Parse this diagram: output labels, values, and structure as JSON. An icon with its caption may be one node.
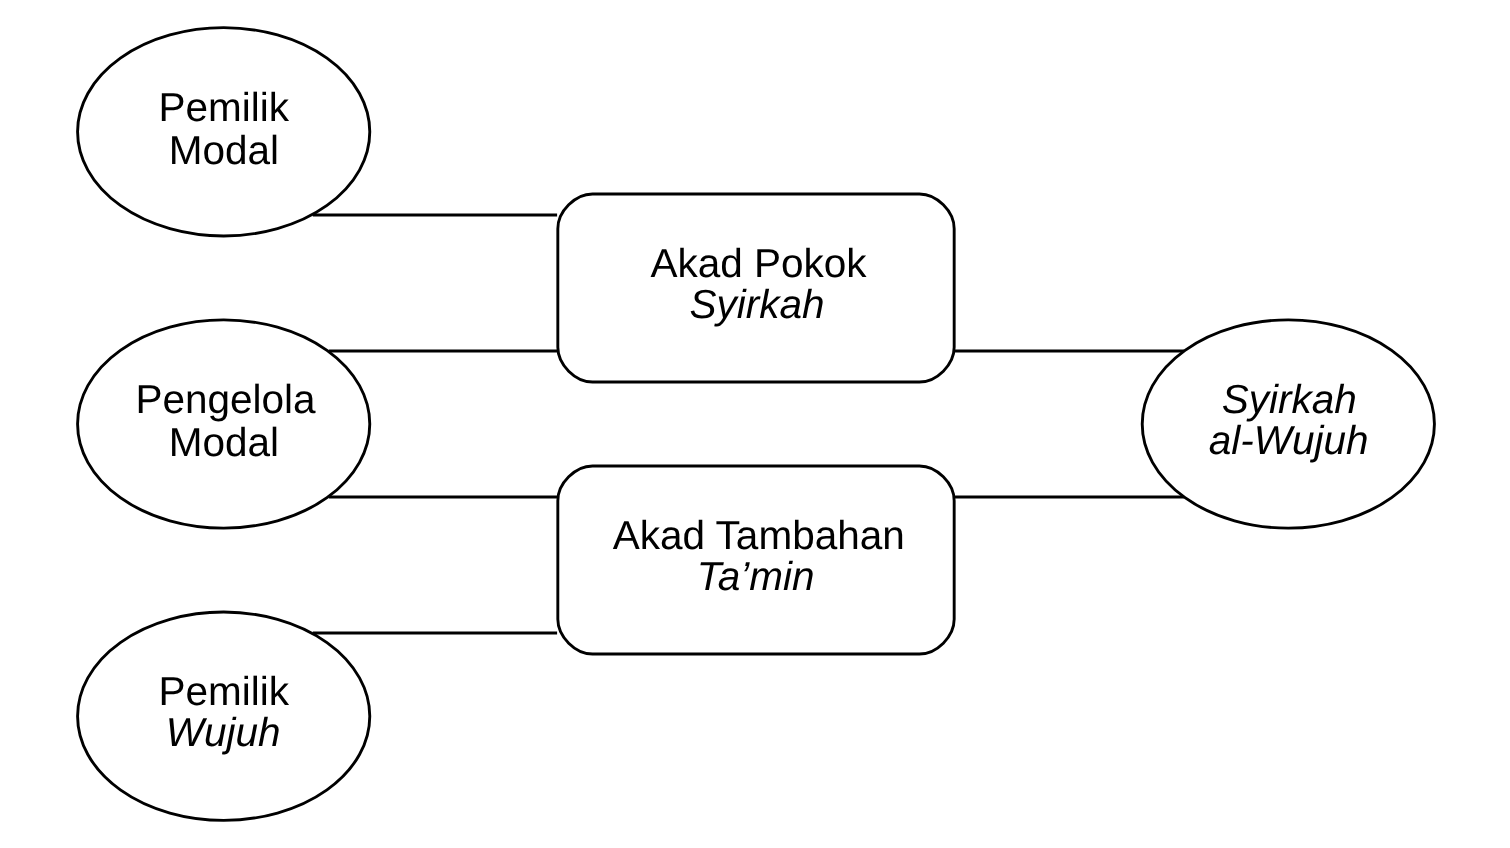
{
  "diagram": {
    "nodes": [
      {
        "text": [
          "Pemilik Modal"
        ]
      },
      {
        "text": [
          "Pengelola Modal"
        ]
      },
      {
        "text": [
          "Pemilik *Wujuh*"
        ]
      },
      {
        "text": [
          "Akad Pokok",
          "Syirkah"
        ]
      },
      {
        "text": [
          "Akad Tambahan",
          "Ta’min"
        ]
      },
      {
        "text": [
          "Syirkah al-Wujuh"
        ]
      }
    ],
    "edges": [
      {
        "from": 0,
        "to": 3,
        "arrow": "none"
      },
      {
        "from": 1,
        "to": 3,
        "arrow": "none"
      },
      {
        "from": 1,
        "to": 4,
        "arrow": "none"
      },
      {
        "from": 2,
        "to": 4,
        "arrow": "none"
      },
      {
        "from": 3,
        "to": 5,
        "arrow": "none"
      },
      {
        "from": 4,
        "to": 5,
        "arrow": "none"
      }
    ]
  }
}
